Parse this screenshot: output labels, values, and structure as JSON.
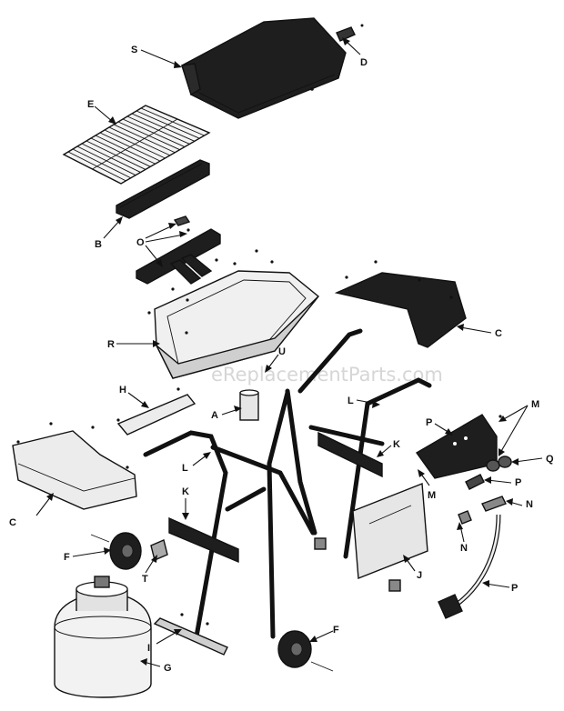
{
  "watermark": "eReplacementParts.com",
  "labels": {
    "S": "S",
    "D": "D",
    "E": "E",
    "B": "B",
    "O": "O",
    "R": "R",
    "C": "C",
    "U": "U",
    "H": "H",
    "A": "A",
    "L": "L",
    "M": "M",
    "P": "P",
    "Q": "Q",
    "K": "K",
    "F": "F",
    "T": "T",
    "N": "N",
    "J": "J",
    "I": "I",
    "G": "G"
  },
  "colors": {
    "ink": "#111111",
    "dark_part": "#1e1e1e",
    "light_part": "#ececec",
    "tank_fill": "#f2f2f2"
  }
}
